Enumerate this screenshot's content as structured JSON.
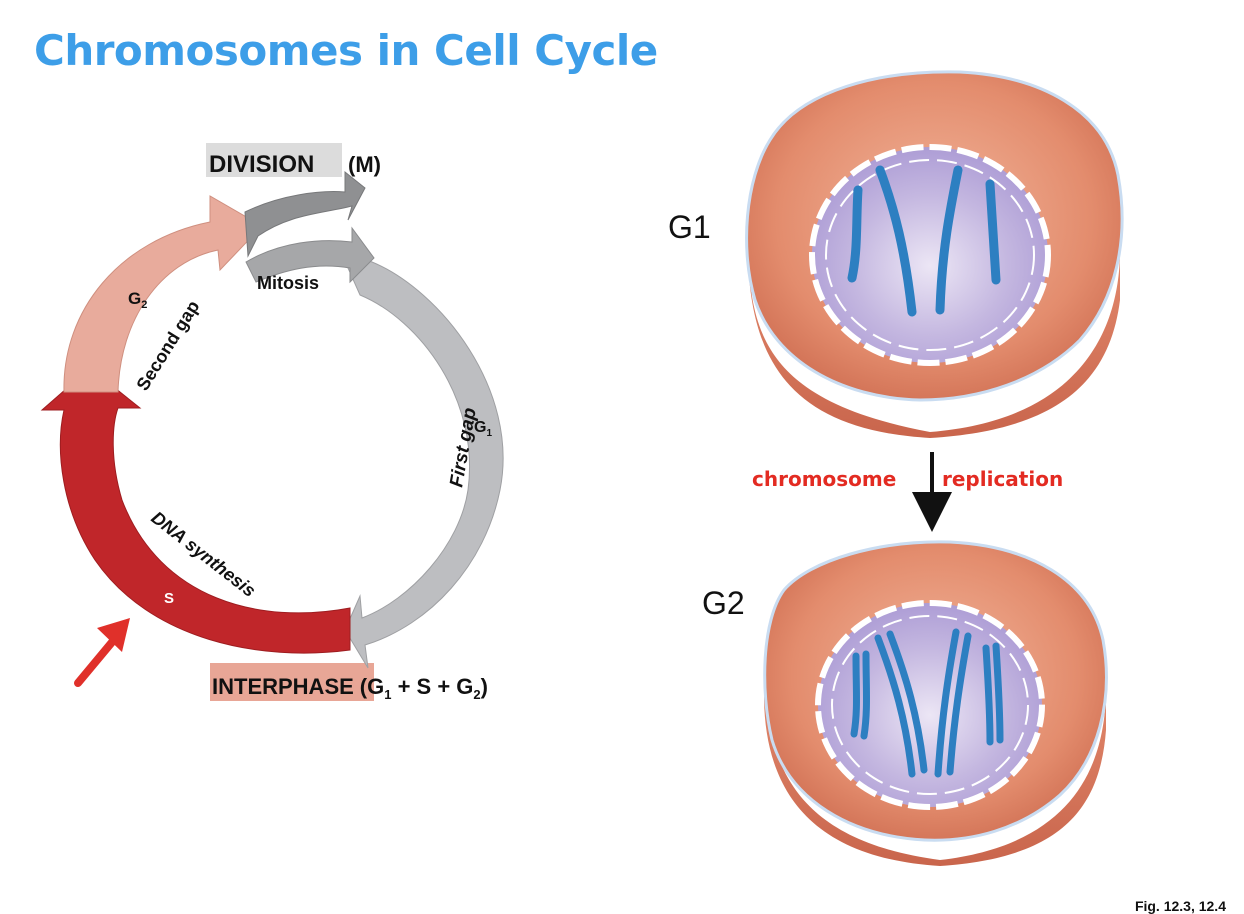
{
  "slide": {
    "title": "Chromosomes in Cell Cycle",
    "figure_ref": "Fig. 12.3, 12.4"
  },
  "cycle": {
    "division_label": "DIVISION",
    "division_suffix": "(M)",
    "m_label": "M",
    "mitosis_label": "Mitosis",
    "g2_main": "G",
    "g2_sub": "2",
    "second_gap": "Second gap",
    "first_gap": "First gap",
    "g1_main": "G",
    "g1_sub": "1",
    "dna_synthesis": "DNA synthesis",
    "s_label": "S",
    "interphase_label": "INTERPHASE",
    "interphase_formula_open": "(G",
    "interphase_formula_s1": "1",
    "interphase_formula_mid": " + S + G",
    "interphase_formula_s2": "2",
    "interphase_formula_close": ")"
  },
  "cells": {
    "g1_label": "G1",
    "g2_label": "G2",
    "replication_left": "chromosome",
    "replication_right": "replication"
  },
  "colors": {
    "title": "#3d9ee8",
    "s_phase": "#c0262a",
    "g2_phase": "#e8ab9c",
    "g1_phase": "#bdbec1",
    "m_phase": "#8f9092",
    "highlight_division": "#dcdcdc",
    "highlight_interphase": "#e8a696",
    "replication_text": "#e32b22",
    "chromosome": "#2d7fc1",
    "cell_outer": "#df8a6c",
    "nucleus": "#b7a7d8",
    "pointer_arrow": "#e0302a"
  },
  "icons": {
    "pointer": "red-pointer-arrow-icon",
    "down_arrow": "down-arrow-icon"
  }
}
